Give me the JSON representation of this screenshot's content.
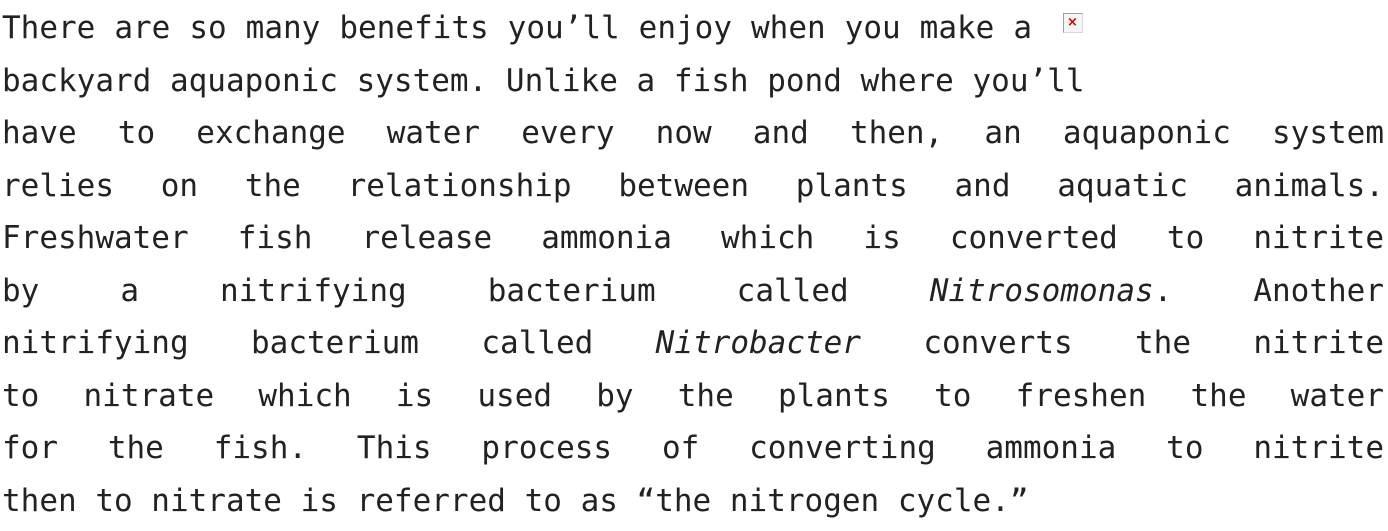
{
  "paragraph": {
    "line1": "There are so many benefits you’ll enjoy when you make a",
    "line2": "backyard aquaponic system. Unlike a fish pond where you’ll",
    "line3": "have to exchange water every now and then, an aquaponic system",
    "line4": "relies on the relationship between plants and aquatic animals.",
    "line5": "Freshwater fish release ammonia which is converted to nitrite",
    "line6_before": "by a nitrifying bacterium called ",
    "line6_italic": "Nitrosomonas",
    "line6_after": ". Another",
    "line7_before": "nitrifying bacterium called ",
    "line7_italic": "Nitrobacter",
    "line7_after": " converts the nitrite",
    "line8": "to nitrate which is used by the plants to freshen the water",
    "line9": "for the fish. This process of converting ammonia to nitrite",
    "line10": "then to nitrate is referred to as “the nitrogen cycle.”"
  },
  "inline_image": {
    "icon": "broken-image-icon",
    "glyph": "×",
    "color": "#d40000"
  }
}
